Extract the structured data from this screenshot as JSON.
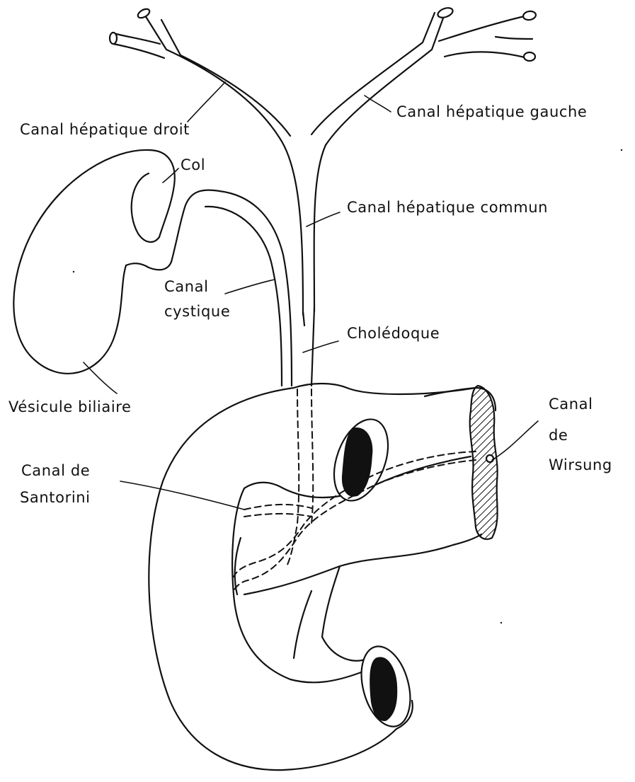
{
  "labels": {
    "canal_hepatique_droit": "Canal hépatique droit",
    "canal_hepatique_gauche": "Canal hépatique gauche",
    "col": "Col",
    "canal_hepatique_commun": "Canal hépatique commun",
    "canal_cystique_line1": "Canal",
    "canal_cystique_line2": "cystique",
    "choledoque": "Cholédoque",
    "vesicule_biliaire": "Vésicule biliaire",
    "canal_wirsung_line1": "Canal",
    "canal_wirsung_line2": "de",
    "canal_wirsung_line3": "Wirsung",
    "canal_santorini_line1": "Canal de",
    "canal_santorini_line2": "Santorini"
  },
  "colors": {
    "ink": "#111111",
    "paper": "#ffffff"
  }
}
